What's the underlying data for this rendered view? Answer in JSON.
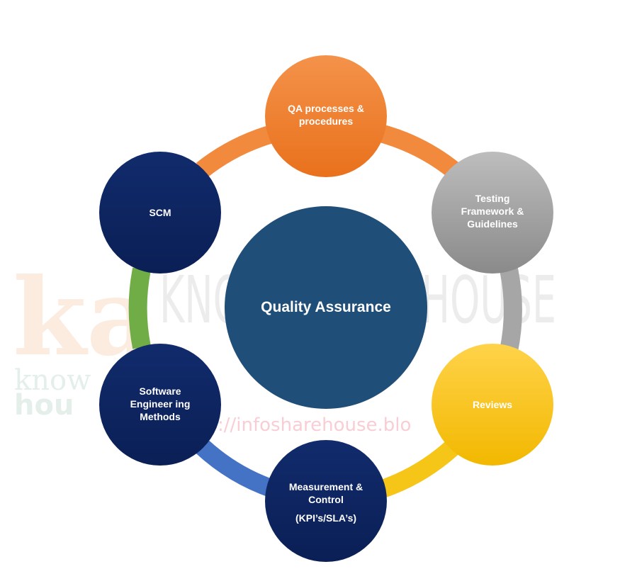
{
  "center": {
    "label": "Quality Assurance",
    "color": "#1f4e79"
  },
  "nodes": [
    {
      "id": "qa-processes",
      "lines": [
        "QA processes &",
        "procedures"
      ],
      "color_top": "#f4924a",
      "color_bottom": "#e9711c"
    },
    {
      "id": "testing-framework",
      "lines": [
        "Testing",
        "Framework &",
        "Guidelines"
      ],
      "color_top": "#bdbdbd",
      "color_bottom": "#8a8a8a"
    },
    {
      "id": "reviews",
      "lines": [
        "Reviews"
      ],
      "color_top": "#ffd34a",
      "color_bottom": "#f2b800"
    },
    {
      "id": "measurement-control",
      "lines": [
        "Measurement &",
        "Control",
        "(KPI’s/SLA’s)"
      ],
      "color_top": "#0f2a6a",
      "color_bottom": "#0a1f55"
    },
    {
      "id": "software-engineering-methods",
      "lines": [
        "Software",
        "Engineer ing",
        "Methods"
      ],
      "color_top": "#0f2a6a",
      "color_bottom": "#0a1f55"
    },
    {
      "id": "scm",
      "lines": [
        "SCM"
      ],
      "color_top": "#0f2a6a",
      "color_bottom": "#0a1f55"
    }
  ],
  "ring_colors": [
    "#f28a3e",
    "#a6a6a6",
    "#f5c518",
    "#4472c4",
    "#70ad47"
  ],
  "watermark": {
    "text_main": "KNOWLEDGE HOUSE",
    "text_url": "://infosharehouse.blo",
    "logo_letters": "ka",
    "logo_small_1": "know",
    "logo_small_2": "hou"
  }
}
